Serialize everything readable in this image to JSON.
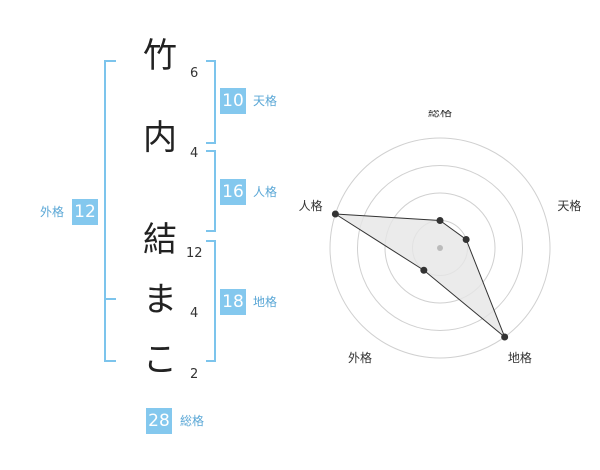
{
  "name_chars": [
    {
      "char": "竹",
      "strokes": "6"
    },
    {
      "char": "内",
      "strokes": "4"
    },
    {
      "char": "結",
      "strokes": "12"
    },
    {
      "char": "ま",
      "strokes": "4"
    },
    {
      "char": "こ",
      "strokes": "2"
    }
  ],
  "kaku": {
    "tenkaku": {
      "value": "10",
      "label": "天格"
    },
    "jinkaku": {
      "value": "16",
      "label": "人格"
    },
    "chikaku": {
      "value": "18",
      "label": "地格"
    },
    "gaikaku": {
      "value": "12",
      "label": "外格"
    },
    "soukaku": {
      "value": "28",
      "label": "総格"
    }
  },
  "colors": {
    "accent": "#84c8ee",
    "bracket": "#7cc4ec",
    "radar_fill": "#e6e6e6"
  },
  "chart_data": {
    "type": "radar",
    "axes": [
      "総格",
      "天格",
      "地格",
      "外格",
      "人格"
    ],
    "levels": 4,
    "range": [
      0,
      4
    ],
    "values": [
      1,
      1,
      4,
      1,
      4
    ]
  }
}
